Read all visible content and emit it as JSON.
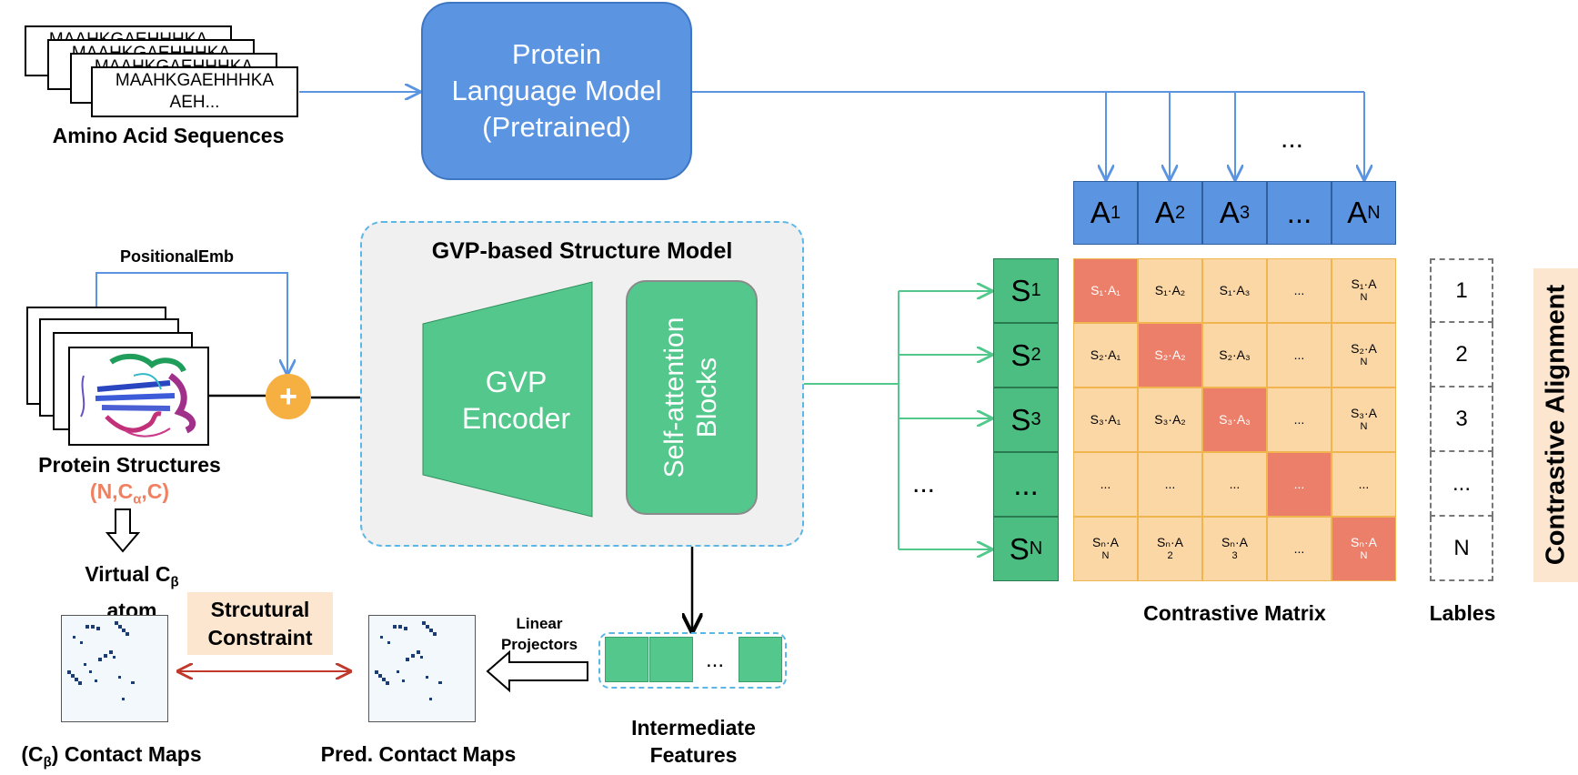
{
  "sequences": {
    "card_text_line1": "MAAHKGAEHHHKA",
    "card_text_line2": "AEH...",
    "label": "Amino Acid Sequences"
  },
  "plm": {
    "line1": "Protein",
    "line2": "Language Model",
    "line3": "(Pretrained)"
  },
  "a_row": {
    "dots_above": "...",
    "cells": [
      {
        "base": "A",
        "sub": "1"
      },
      {
        "base": "A",
        "sub": "2"
      },
      {
        "base": "A",
        "sub": "3"
      },
      {
        "base": "...",
        "sub": ""
      },
      {
        "base": "A",
        "sub": "N"
      }
    ]
  },
  "structure": {
    "positional_emb": "PositionalEmb",
    "plus": "+",
    "label": "Protein Structures",
    "atoms": "(N,C",
    "atoms_sub": "α",
    "atoms_end": ",C)",
    "virtual_line1": "Virtual C",
    "virtual_sub": "β",
    "virtual_line2": "atom"
  },
  "gvp": {
    "title": "GVP-based Structure Model",
    "encoder_line1": "GVP",
    "encoder_line2": "Encoder",
    "sa_line1": "Self-attention",
    "sa_line2": "Blocks"
  },
  "s_col": {
    "left_dots": "...",
    "cells": [
      {
        "base": "S",
        "sub": "1"
      },
      {
        "base": "S",
        "sub": "2"
      },
      {
        "base": "S",
        "sub": "3"
      },
      {
        "base": "...",
        "sub": ""
      },
      {
        "base": "S",
        "sub": "N"
      }
    ]
  },
  "matrix": {
    "label": "Contrastive Matrix",
    "rows": [
      [
        {
          "t": "S₁·A₁",
          "s": ""
        },
        {
          "t": "S₁·A₂",
          "s": ""
        },
        {
          "t": "S₁·A₃",
          "s": ""
        },
        {
          "t": "...",
          "s": ""
        },
        {
          "t": "S₁·A",
          "s": "N"
        }
      ],
      [
        {
          "t": "S₂·A₁",
          "s": ""
        },
        {
          "t": "S₂·A₂",
          "s": ""
        },
        {
          "t": "S₂·A₃",
          "s": ""
        },
        {
          "t": "...",
          "s": ""
        },
        {
          "t": "S₂·A",
          "s": "N"
        }
      ],
      [
        {
          "t": "S₃·A₁",
          "s": ""
        },
        {
          "t": "S₃·A₂",
          "s": ""
        },
        {
          "t": "S₃·A₃",
          "s": ""
        },
        {
          "t": "...",
          "s": ""
        },
        {
          "t": "S₃·A",
          "s": "N"
        }
      ],
      [
        {
          "t": "...",
          "s": ""
        },
        {
          "t": "...",
          "s": ""
        },
        {
          "t": "...",
          "s": ""
        },
        {
          "t": "...",
          "s": ""
        },
        {
          "t": "...",
          "s": ""
        }
      ],
      [
        {
          "t": "Sₙ·A",
          "s": "N"
        },
        {
          "t": "Sₙ·A",
          "s": "2"
        },
        {
          "t": "Sₙ·A",
          "s": "3"
        },
        {
          "t": "...",
          "s": ""
        },
        {
          "t": "Sₙ·A",
          "s": "N"
        }
      ]
    ],
    "colors": {
      "diagonal": "#ec7f6a",
      "off_diagonal": "#fcd7a6",
      "border": "#f0b54f"
    }
  },
  "labels": {
    "title": "Lables",
    "values": [
      "1",
      "2",
      "3",
      "...",
      "N"
    ]
  },
  "contrastive_alignment": "Contrastive Alignment",
  "features": {
    "dots": "...",
    "label_line1": "Intermediate",
    "label_line2": "Features"
  },
  "projectors": {
    "line1": "Linear",
    "line2": "Projectors"
  },
  "constraint": {
    "line1": "Strcutural",
    "line2": "Constraint"
  },
  "contact_maps": {
    "true_label_pre": "(C",
    "true_label_sub": "β",
    "true_label_post": ") Contact Maps",
    "pred_label": "Pred. Contact Maps"
  },
  "colors": {
    "blue": "#5b95e2",
    "green": "#53c78c",
    "orange_plus": "#f5b041",
    "salmon_text": "#f08060",
    "arrow_red": "#c0392b",
    "panel_gray": "#f0f0f0",
    "peach": "#fde6cf"
  }
}
